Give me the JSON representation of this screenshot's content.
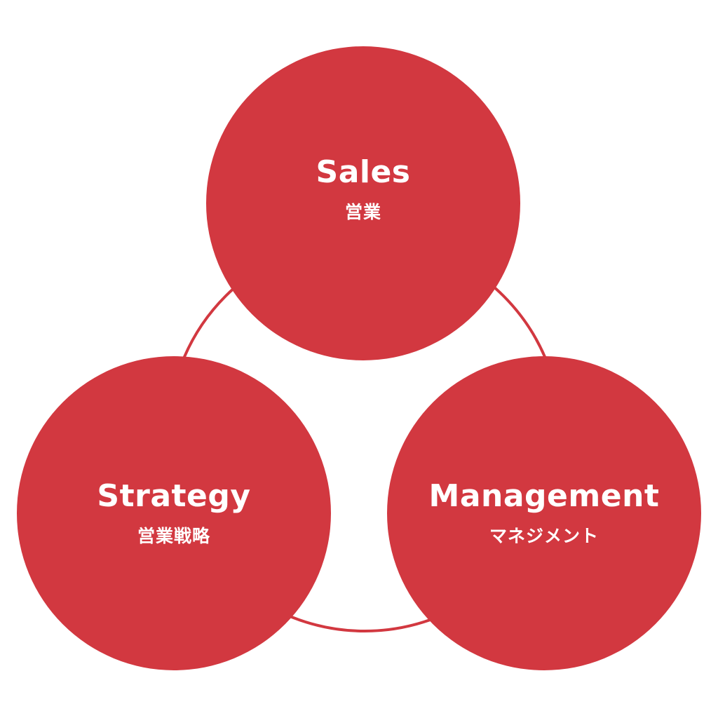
{
  "colors": {
    "accent": "#d23840",
    "background": "#ffffff",
    "text": "#ffffff"
  },
  "nodes": {
    "sales": {
      "title": "Sales",
      "subtitle": "営業"
    },
    "strategy": {
      "title": "Strategy",
      "subtitle": "営業戦略"
    },
    "management": {
      "title": "Management",
      "subtitle": "マネジメント"
    }
  }
}
